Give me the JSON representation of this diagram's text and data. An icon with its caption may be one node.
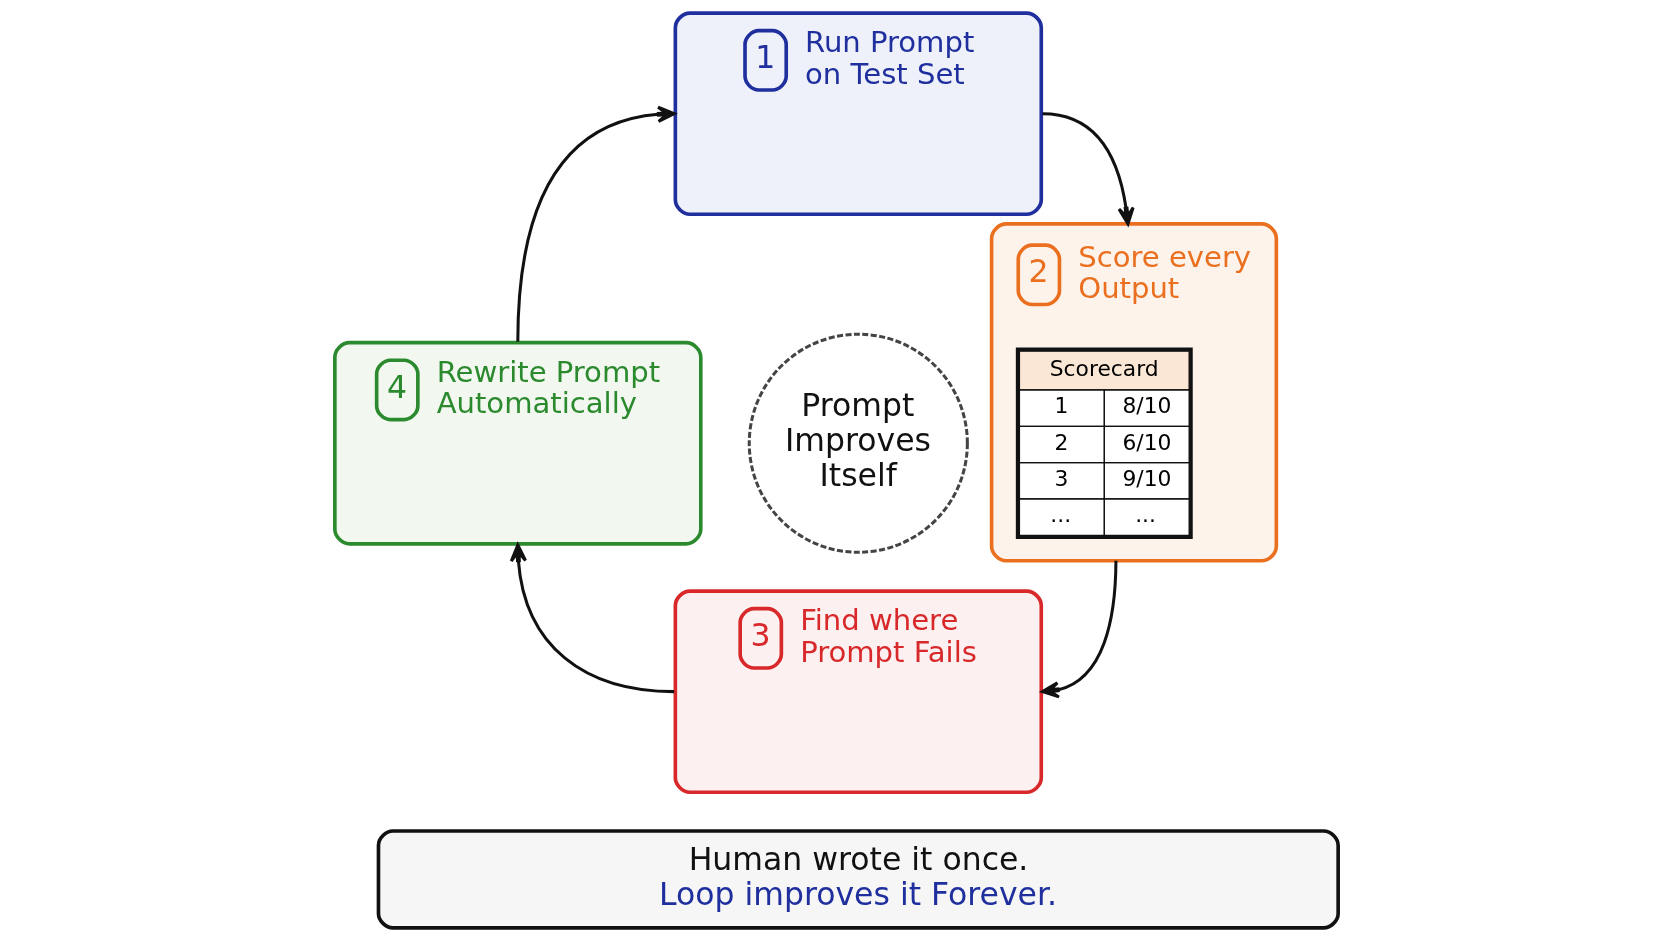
{
  "diagram": {
    "nodes": [
      {
        "text": [
          "1",
          "Run Prompt on Test Set"
        ]
      },
      {
        "text": [
          "4",
          "Rewrite Prompt Automatically"
        ]
      },
      {
        "text": [
          "Prompt Improves Itself"
        ]
      },
      {
        "text": [
          "2",
          "Score every Output"
        ]
      },
      {
        "text": [
          "Scorecard",
          "1",
          "8/10",
          "2",
          "6/10",
          "3",
          "9/10",
          "...",
          "..."
        ],
        "in": 3
      },
      {
        "text": [
          "3",
          "Find where Prompt Fails"
        ]
      },
      {
        "text": [
          "Human wrote it once.",
          "Loop improves it Forever."
        ]
      }
    ],
    "edges": [
      {
        "from": 0,
        "to": 3,
        "arrow": "to"
      },
      {
        "from": 3,
        "to": 5,
        "arrow": "to"
      },
      {
        "from": 5,
        "to": 1,
        "arrow": "to"
      },
      {
        "from": 1,
        "to": 0,
        "arrow": "to"
      }
    ]
  }
}
